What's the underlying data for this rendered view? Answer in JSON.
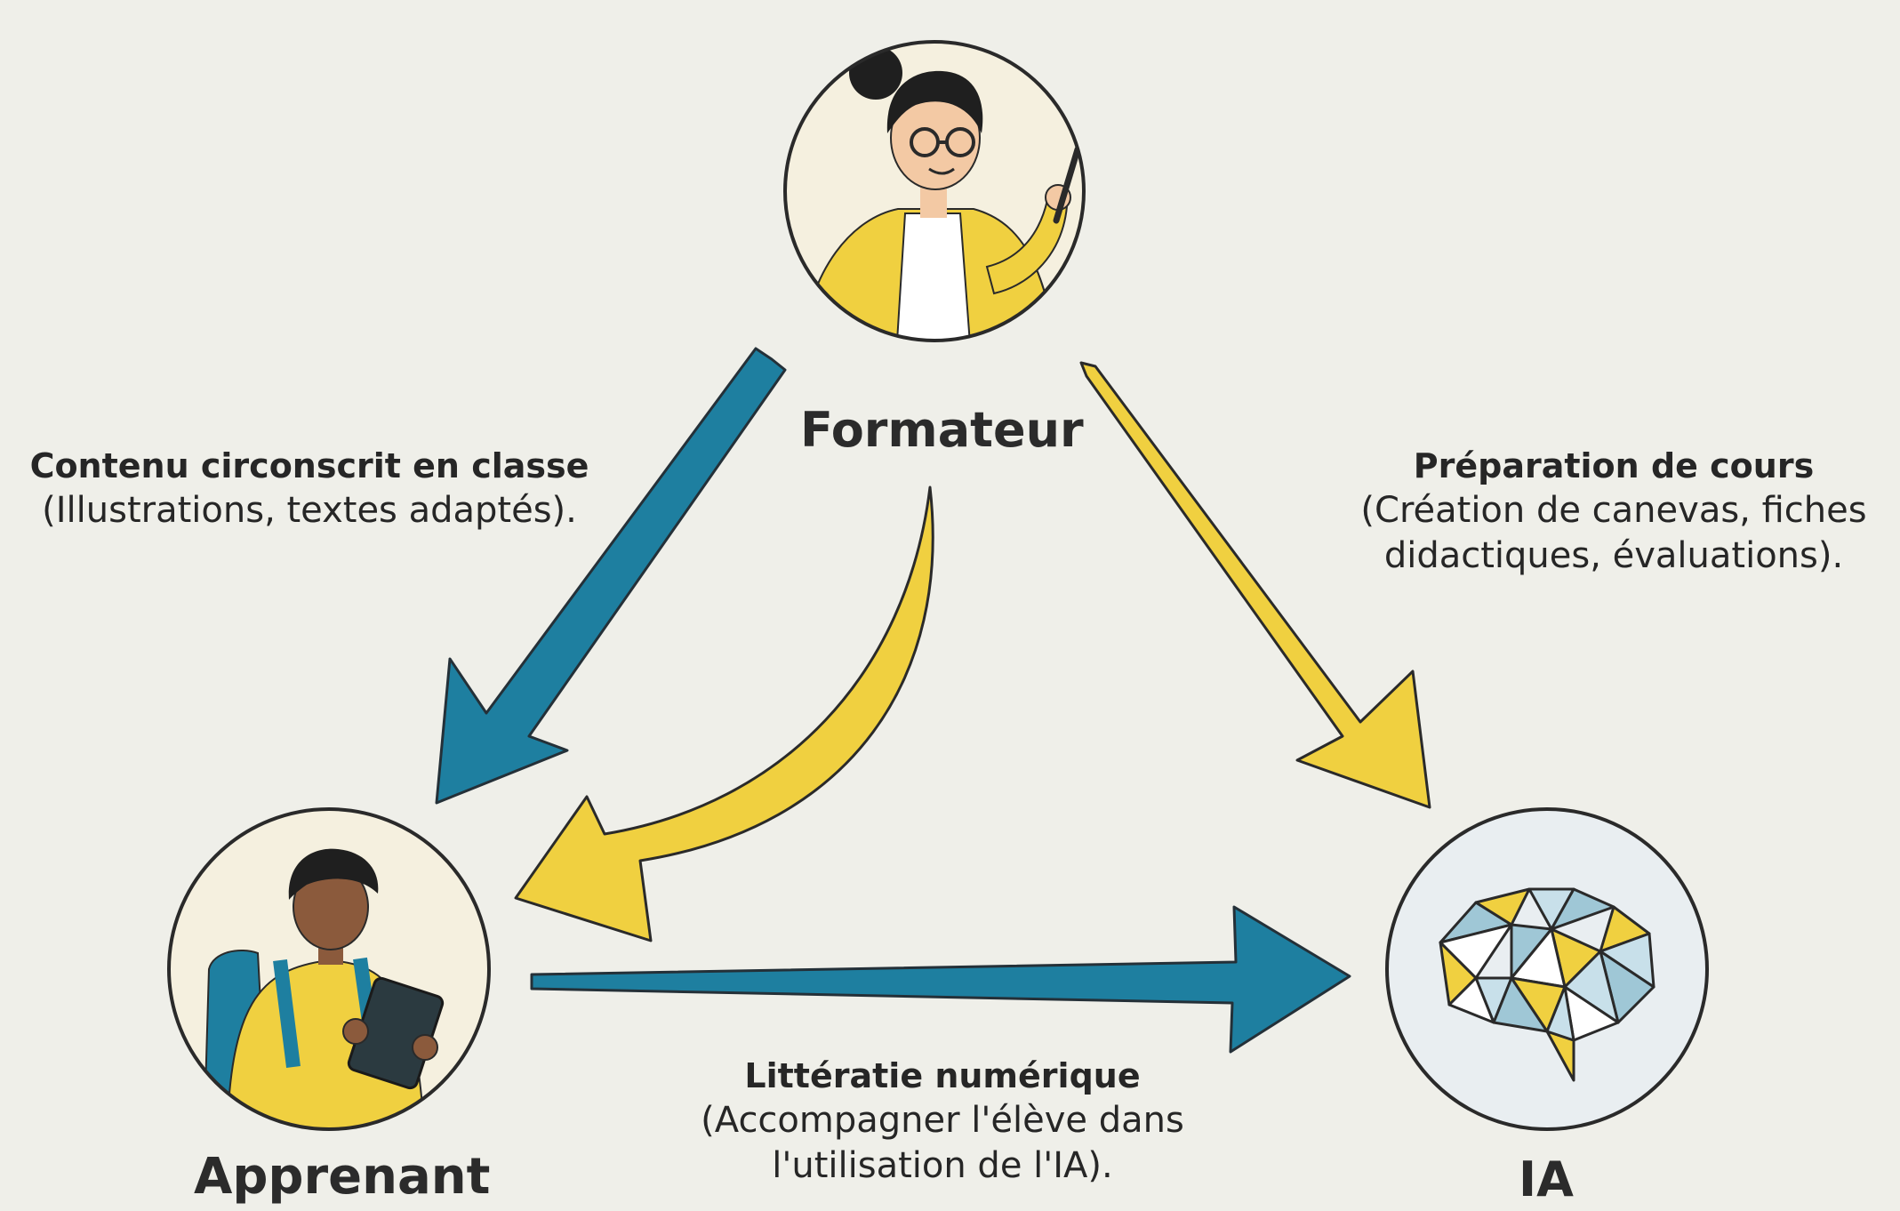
{
  "nodes": {
    "formateur": {
      "label": "Formateur",
      "icon": "teacher-illustration"
    },
    "apprenant": {
      "label": "Apprenant",
      "icon": "student-with-tablet-illustration"
    },
    "ia": {
      "label": "IA",
      "icon": "geometric-brain-icon"
    }
  },
  "edges": {
    "formateur_apprenant": {
      "title": "Contenu circonscrit en classe",
      "description": "(Illustrations, textes adaptés)."
    },
    "formateur_ia": {
      "title": "Préparation de cours",
      "description_line1": "(Création de canevas, fiches",
      "description_line2": "didactiques, évaluations)."
    },
    "apprenant_ia": {
      "title": "Littératie numérique",
      "description_line1": "(Accompagner l'élève dans",
      "description_line2": "l'utilisation de l'IA)."
    }
  },
  "colors": {
    "background": "#efefe9",
    "teal": "#1e7fa0",
    "yellow": "#f0d040",
    "circle_fill": "#f5f0df",
    "ia_circle_fill": "#e9eef1",
    "outline": "#2a2a2a",
    "skin_light": "#f3c9a4",
    "skin_dark": "#8b5a3c",
    "hair": "#1f1f1f"
  }
}
